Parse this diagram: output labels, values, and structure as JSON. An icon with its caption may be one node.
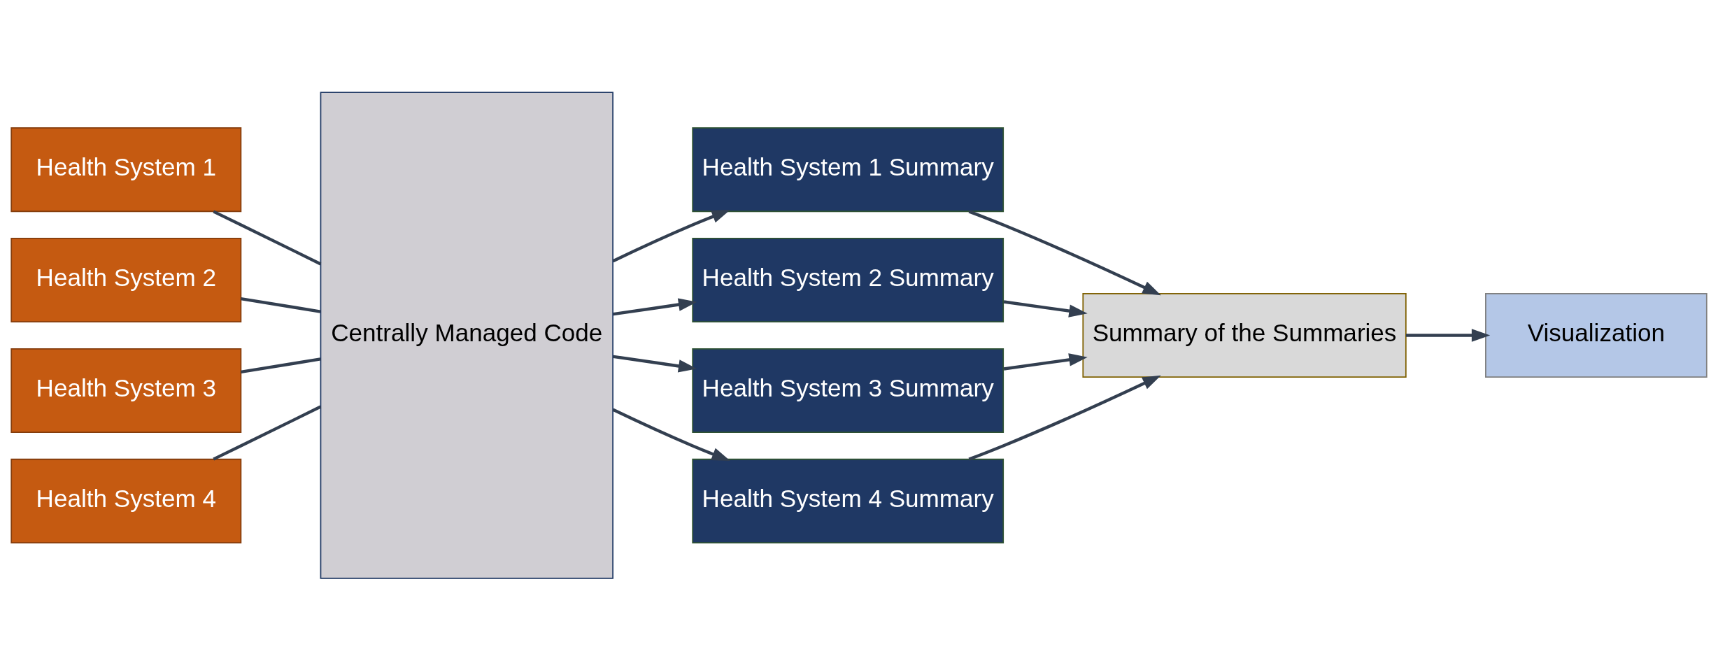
{
  "diagram": {
    "nodes": [
      {
        "text": [
          "Health System 1"
        ]
      },
      {
        "text": [
          "Health System 2"
        ]
      },
      {
        "text": [
          "Health System 3"
        ]
      },
      {
        "text": [
          "Health System 4"
        ]
      },
      {
        "text": [
          "Centrally Managed Code"
        ]
      },
      {
        "text": [
          "Health System 1 Summary"
        ]
      },
      {
        "text": [
          "Health System 2 Summary"
        ]
      },
      {
        "text": [
          "Health System 3 Summary"
        ]
      },
      {
        "text": [
          "Health System 4 Summary"
        ]
      },
      {
        "text": [
          "Summary of the Summaries"
        ]
      },
      {
        "text": [
          "Visualization"
        ]
      }
    ],
    "edges": [
      {
        "from": 0,
        "to": 4,
        "arrow": "none"
      },
      {
        "from": 4,
        "to": 5,
        "arrow": "to"
      },
      {
        "from": 1,
        "to": 4,
        "arrow": "none"
      },
      {
        "from": 4,
        "to": 6,
        "arrow": "to"
      },
      {
        "from": 2,
        "to": 4,
        "arrow": "none"
      },
      {
        "from": 4,
        "to": 7,
        "arrow": "to"
      },
      {
        "from": 3,
        "to": 4,
        "arrow": "none"
      },
      {
        "from": 4,
        "to": 8,
        "arrow": "to"
      },
      {
        "from": 5,
        "to": 9,
        "arrow": "to"
      },
      {
        "from": 6,
        "to": 9,
        "arrow": "to"
      },
      {
        "from": 7,
        "to": 9,
        "arrow": "to"
      },
      {
        "from": 8,
        "to": 9,
        "arrow": "to"
      },
      {
        "from": 9,
        "to": 10,
        "arrow": "to"
      }
    ]
  }
}
